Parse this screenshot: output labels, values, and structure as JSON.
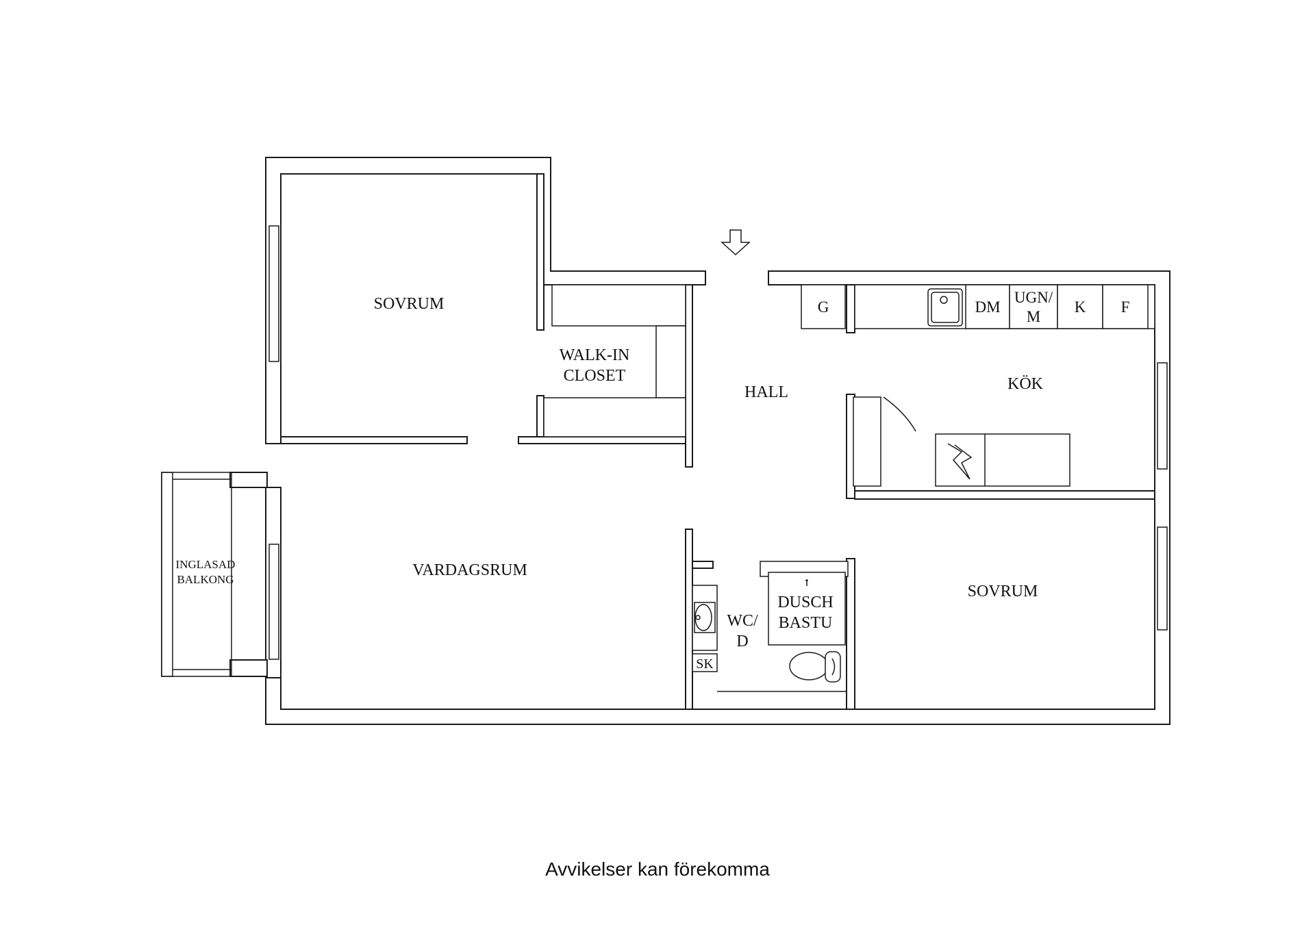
{
  "rooms": {
    "sovrum_1": "SOVRUM",
    "walk_in_closet": [
      "WALK-IN",
      "CLOSET"
    ],
    "hall": "HALL",
    "kok": "KÖK",
    "vardagsrum": "VARDAGSRUM",
    "balkong": [
      "INGLASAD",
      "BALKONG"
    ],
    "wc": [
      "WC/",
      "D"
    ],
    "dusch": [
      "DUSCH",
      "BASTU"
    ],
    "sovrum_2": "SOVRUM"
  },
  "kitchen_units": {
    "g": "G",
    "dm": "DM",
    "ugn": [
      "UGN/",
      "M"
    ],
    "k": "K",
    "f": "F"
  },
  "wc_units": {
    "sk": "SK"
  },
  "icons": {
    "entrance": "entrance-arrow-icon",
    "sink": "kitchen-sink-icon",
    "washbasin": "washbasin-icon",
    "toilet": "toilet-icon",
    "stove": "stove-icon"
  },
  "footer": {
    "disclaimer": "Avvikelser kan förekomma"
  }
}
